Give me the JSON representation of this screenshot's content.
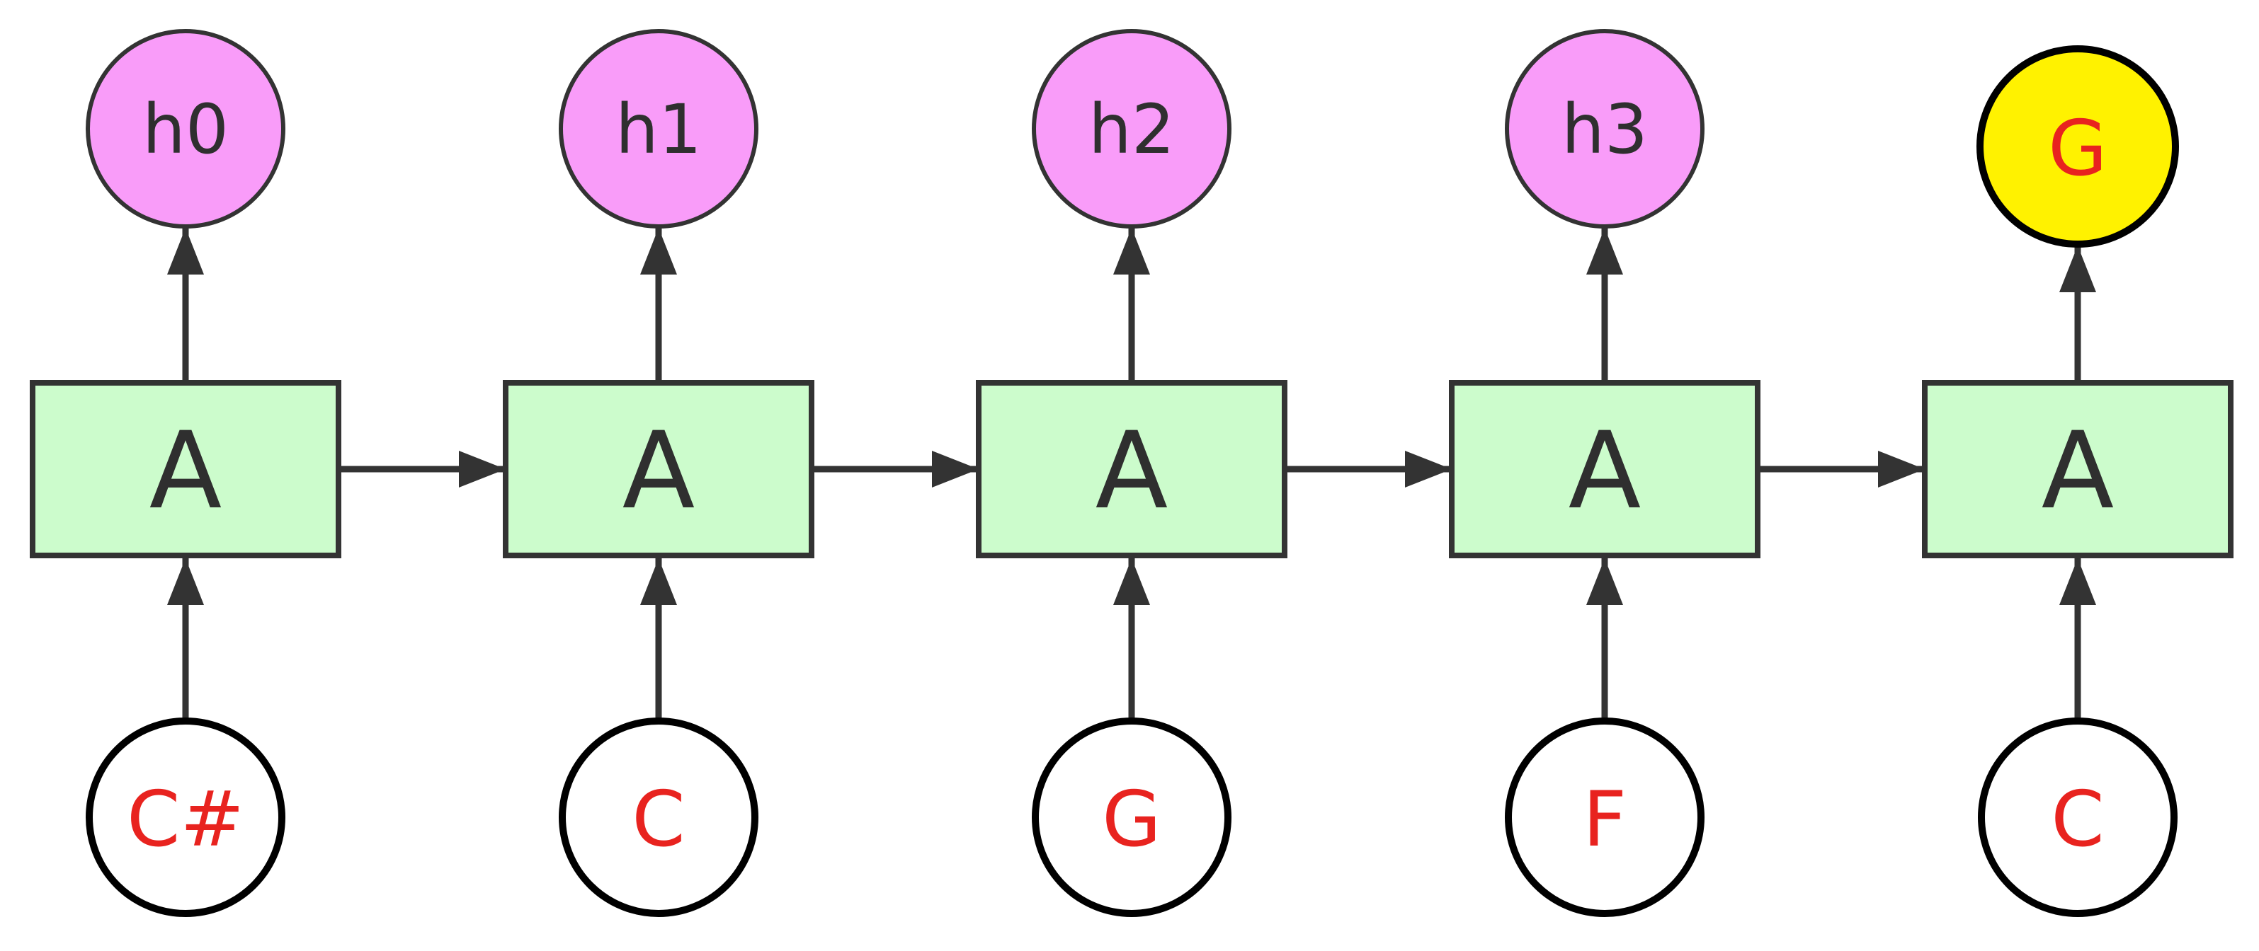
{
  "colors": {
    "cell_fill": "#ccfccc",
    "cell_stroke": "#333333",
    "hidden_fill": "#f99cf9",
    "output_fill": "#fff200",
    "input_fill": "#ffffff",
    "note_text": "#e8231f",
    "arrow": "#333333"
  },
  "steps": [
    {
      "cell": "A",
      "input": "C#",
      "hidden": "h0"
    },
    {
      "cell": "A",
      "input": "C",
      "hidden": "h1"
    },
    {
      "cell": "A",
      "input": "G",
      "hidden": "h2"
    },
    {
      "cell": "A",
      "input": "F",
      "hidden": "h3"
    },
    {
      "cell": "A",
      "input": "C"
    }
  ],
  "output": {
    "label": "G"
  }
}
